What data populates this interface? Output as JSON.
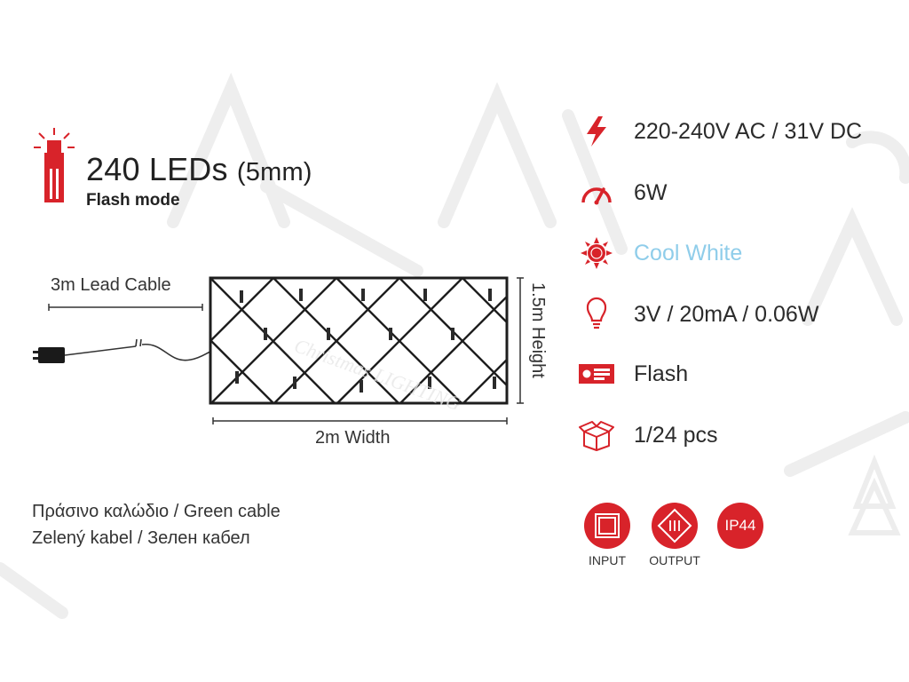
{
  "product": {
    "led_count": "240 LEDs",
    "led_size": "(5mm)",
    "mode": "Flash mode"
  },
  "diagram": {
    "lead_cable_label": "3m Lead Cable",
    "height_label": "1.5m Height",
    "width_label": "2m Width",
    "watermark_text": "Christmas LIGHTING"
  },
  "cable_info": {
    "line1": "Πράσινο καλώδιο / Green cable",
    "line2": "Zelený kabel / Зелен кабел"
  },
  "specs": [
    {
      "icon": "lightning-icon",
      "value": "220-240V AC / 31V DC"
    },
    {
      "icon": "gauge-icon",
      "value": "6W"
    },
    {
      "icon": "sun-icon",
      "value": "Cool White",
      "color": "#8fcdea"
    },
    {
      "icon": "bulb-icon",
      "value": "3V / 20mA / 0.06W"
    },
    {
      "icon": "flash-mode-icon",
      "value": "Flash"
    },
    {
      "icon": "box-icon",
      "value": "1/24 pcs"
    }
  ],
  "badges": {
    "input_label": "INPUT",
    "output_label": "OUTPUT",
    "ip_rating": "IP44"
  },
  "colors": {
    "accent": "#d8232a",
    "cool_white": "#8fcdea",
    "text": "#2b2b2b"
  }
}
